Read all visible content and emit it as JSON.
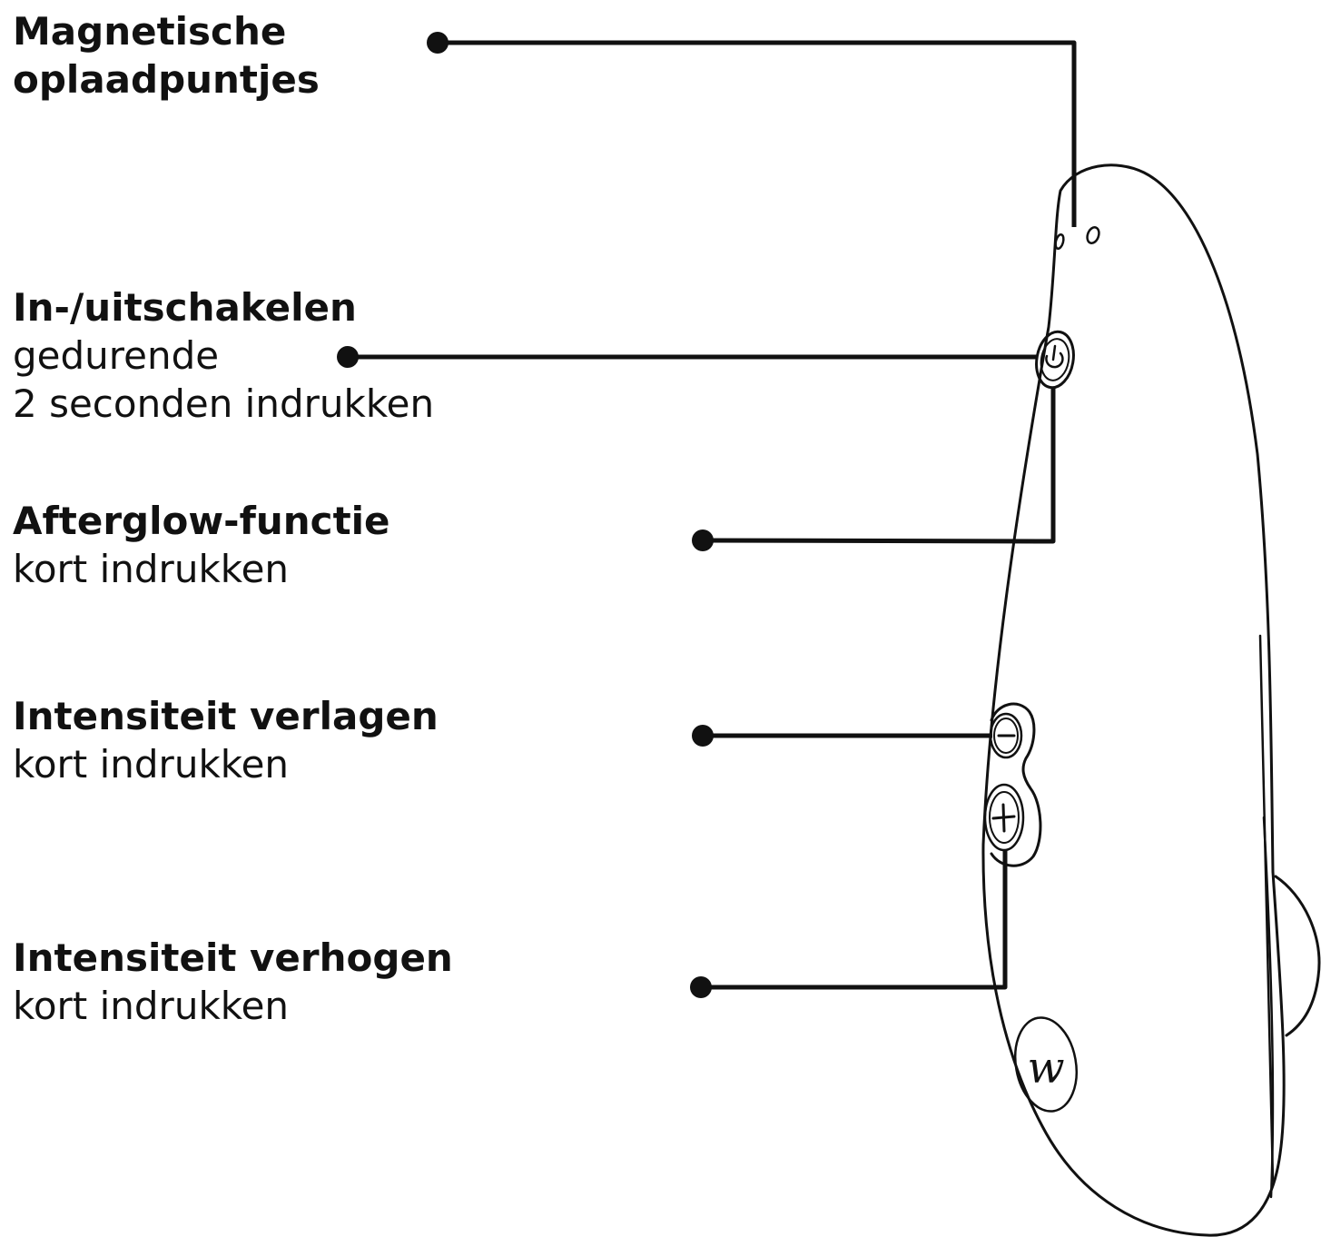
{
  "colors": {
    "ink": "#111111",
    "background": "#ffffff"
  },
  "labels": {
    "charging": {
      "title_line1": "Magnetische",
      "title_line2": "oplaadpuntjes"
    },
    "power": {
      "title": "In-/uitschakelen",
      "desc_line1": "gedurende",
      "desc_line2": "2 seconden indrukken"
    },
    "afterglow": {
      "title": "Afterglow-functie",
      "desc": "kort indrukken"
    },
    "decrease": {
      "title": "Intensiteit verlagen",
      "desc": "kort indrukken"
    },
    "increase": {
      "title": "Intensiteit verhogen",
      "desc": "kort indrukken"
    }
  },
  "icons": {
    "power_button": "power-icon",
    "minus_button": "minus-icon",
    "plus_button": "plus-icon",
    "logo": "brand-logo-w"
  },
  "logo_text": "w"
}
